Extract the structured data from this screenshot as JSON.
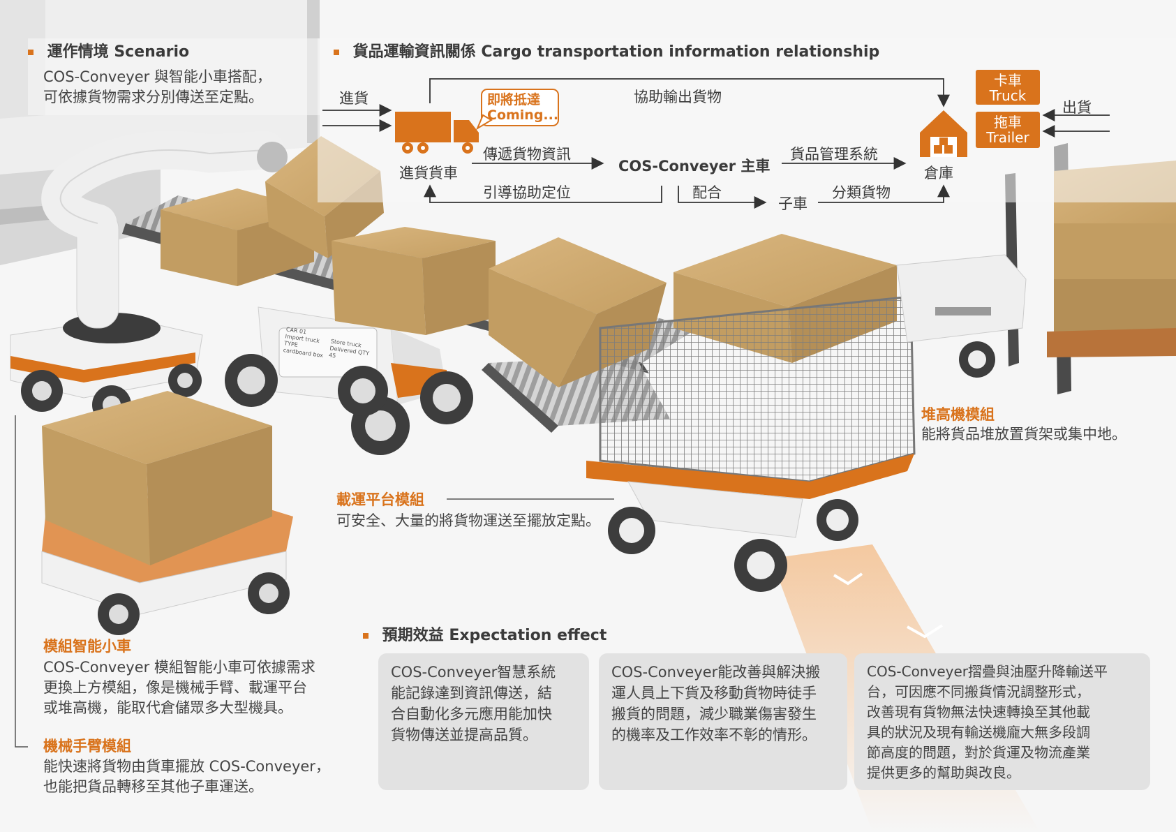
{
  "scenario": {
    "heading": "運作情境 Scenario",
    "line1": "COS-Conveyer 與智能小車搭配，",
    "line2": "可依據貨物需求分別傳送至定點。"
  },
  "cargo": {
    "heading": "貨品運輸資訊關係 Cargo transportation information relationship",
    "incoming": "進貨",
    "coming_badge_l1": "即將抵達",
    "coming_badge_l2": "Coming...",
    "assist_output": "協助輸出貨物",
    "truck_box_zh": "卡車",
    "truck_box_en": "Truck",
    "trailer_box_zh": "拖車",
    "trailer_box_en": "Trailer",
    "outgoing": "出貨",
    "incoming_truck": "進貨貨車",
    "pass_info": "傳遞貨物資訊",
    "main_car": "COS-Conveyer 主車",
    "goods_mgmt": "貨品管理系統",
    "warehouse": "倉庫",
    "guide_position": "引導協助定位",
    "cooperate": "配合",
    "sub_car": "子車",
    "sort_goods": "分類貨物"
  },
  "modules": {
    "forklift_title": "堆高機模組",
    "forklift_desc": "能將貨品堆放置貨架或集中地。",
    "platform_title": "載運平台模組",
    "platform_desc": "可安全、大量的將貨物運送至擺放定點。",
    "smartcar_title": "模組智能小車",
    "smartcar_l1": "COS-Conveyer 模組智能小車可依據需求",
    "smartcar_l2": "更換上方模組，像是機械手臂、載運平台",
    "smartcar_l3": "或堆高機，能取代倉儲眾多大型機具。",
    "arm_title": "機械手臂模組",
    "arm_l1": "能快速將貨物由貨車擺放 COS-Conveyer，",
    "arm_l2": "也能把貨品轉移至其他子車運送。"
  },
  "expectation": {
    "heading": "預期效益 Expectation effect",
    "card1": [
      "COS-Conveyer智慧系統",
      "能記錄達到資訊傳送，結",
      "合自動化多元應用能加快",
      "貨物傳送並提高品質。"
    ],
    "card2": [
      "COS-Conveyer能改善與解決搬",
      "運人員上下貨及移動貨物時徒手",
      "搬貨的問題，減少職業傷害發生",
      "的機率及工作效率不彰的情形。"
    ],
    "card3": [
      "COS-Conveyer摺疊與油壓升降輸送平",
      "台，可因應不同搬貨情況調整形式，",
      "改善現有貨物無法快速轉換至其他載",
      "具的狀況及現有輸送機龐大無多段調",
      "節高度的問題，對於貨運及物流產業",
      "提供更多的幫助與改良。"
    ]
  },
  "screen": {
    "l1": "CAR 01",
    "l2": "Import truck",
    "l3": "TYPE",
    "l4": "cardboard box",
    "r1": "Store truck",
    "r2": "Delivered QTY",
    "r3": "45"
  },
  "colors": {
    "accent": "#d9731c",
    "card": "#e2e2e2",
    "box": "#c8a46a"
  }
}
